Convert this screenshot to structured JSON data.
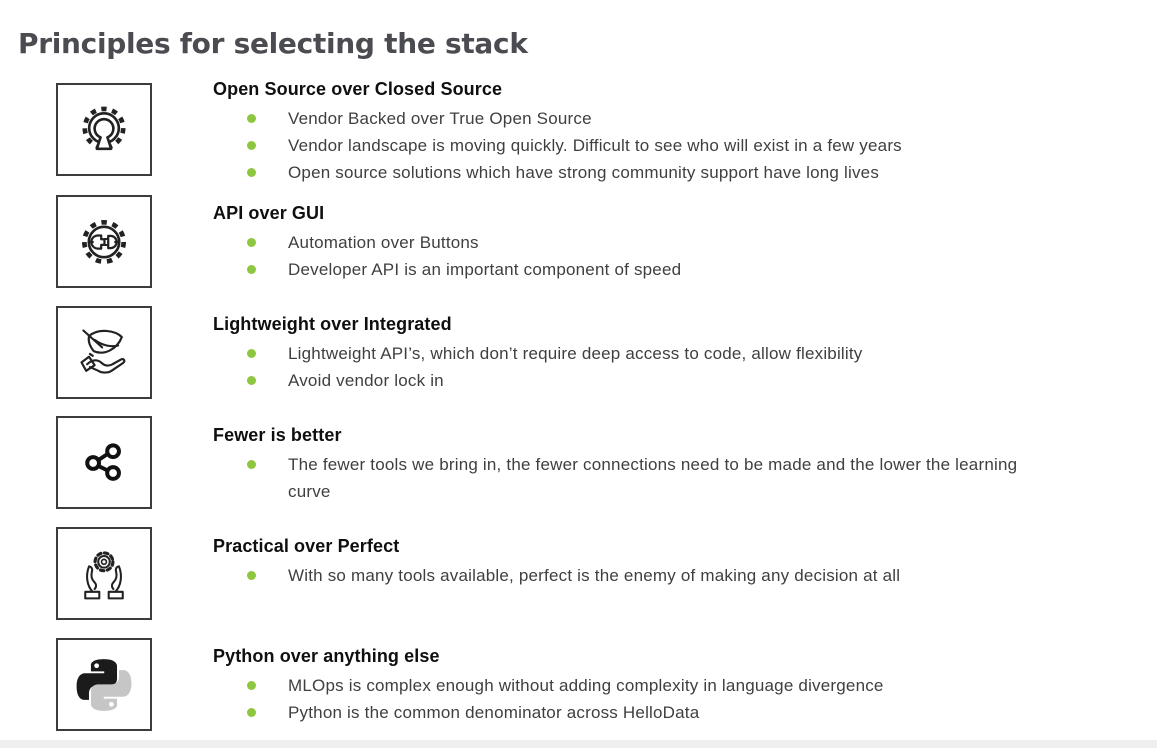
{
  "page": {
    "title": "Principles for selecting the stack"
  },
  "colors": {
    "accent_bullet": "#8dc63f",
    "title_text": "#4b4b52",
    "heading_text": "#0f0f0f",
    "body_text": "#3f3f3f",
    "icon_box_border": "#3c3c3c",
    "python_dark": "#1b1b1b",
    "python_light": "#c6c6c6",
    "bottom_strip": "#eeedef"
  },
  "sections": [
    {
      "icon": "open-source-icon",
      "heading": "Open Source over Closed Source",
      "bullets": [
        "Vendor Backed over True Open Source",
        "Vendor landscape is moving quickly. Difficult to see who will exist in a few years",
        "Open source solutions which have strong community support have long lives"
      ]
    },
    {
      "icon": "api-plug-icon",
      "heading": "API over GUI",
      "bullets": [
        "Automation over Buttons",
        "Developer API is an important component of speed"
      ]
    },
    {
      "icon": "feather-hand-icon",
      "heading": "Lightweight over Integrated",
      "bullets": [
        "Lightweight API’s, which don’t require deep access to code, allow flexibility",
        "Avoid vendor lock in"
      ]
    },
    {
      "icon": "share-network-icon",
      "heading": "Fewer is better",
      "bullets": [
        "The fewer tools we bring in, the fewer connections need to be made and the lower the learning curve"
      ]
    },
    {
      "icon": "hands-holding-gear-icon",
      "heading": "Practical over Perfect",
      "bullets": [
        "With so many tools available, perfect is the enemy of making any decision at all"
      ]
    },
    {
      "icon": "python-icon",
      "heading": "Python over anything else",
      "bullets": [
        "MLOps is complex enough without adding complexity in language divergence",
        "Python is the common denominator across HelloData"
      ]
    }
  ]
}
